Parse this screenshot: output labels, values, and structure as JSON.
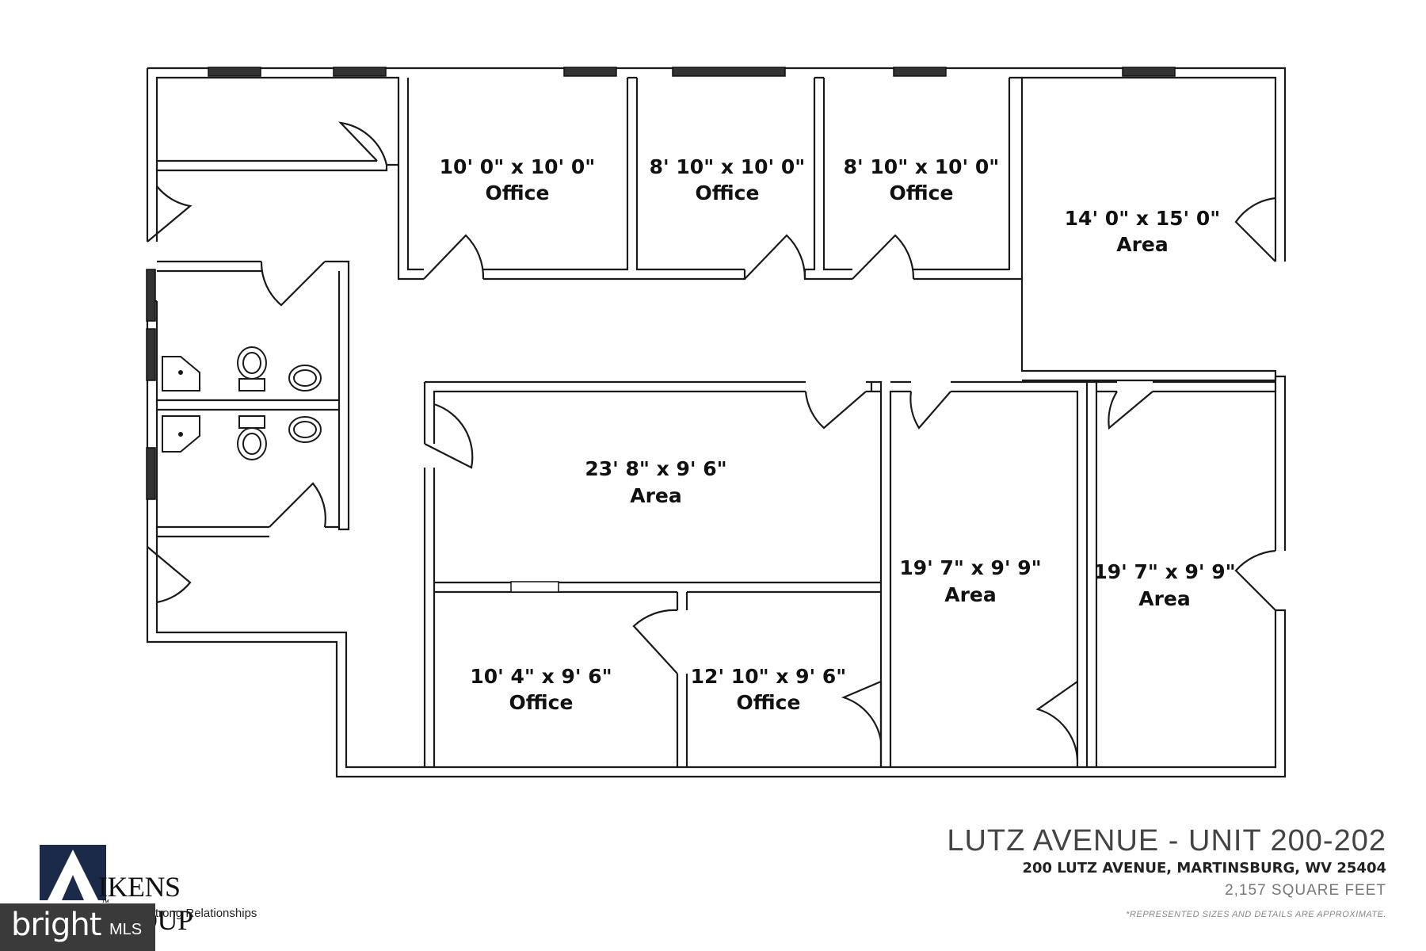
{
  "rooms": [
    {
      "dim": "10' 0\" x 10' 0\"",
      "name": "Office"
    },
    {
      "dim": "8' 10\" x 10' 0\"",
      "name": "Office"
    },
    {
      "dim": "8' 10\" x 10' 0\"",
      "name": "Office"
    },
    {
      "dim": "14' 0\" x 15' 0\"",
      "name": "Area"
    },
    {
      "dim": "23' 8\" x 9' 6\"",
      "name": "Area"
    },
    {
      "dim": "19' 7\" x 9' 9\"",
      "name": "Area"
    },
    {
      "dim": "19' 7\" x 9' 9\"",
      "name": "Area"
    },
    {
      "dim": "10' 4\" x 9' 6\"",
      "name": "Office"
    },
    {
      "dim": "12' 10\" x 9' 6\"",
      "name": "Office"
    }
  ],
  "title_block": {
    "name": "LUTZ AVENUE - UNIT 200-202",
    "address": "200 LUTZ AVENUE, MARTINSBURG, WV 25404",
    "area": "2,157 SQUARE FEET",
    "disclaimer": "*REPRESENTED SIZES AND DETAILS ARE APPROXIMATE."
  },
  "logo": {
    "initial": "A",
    "text": "IKENS GROUP",
    "tagline": "Strong Relationships",
    "trademark": "™"
  },
  "watermark": {
    "brand": "bright",
    "suffix": "MLS"
  },
  "colors": {
    "wall": "#1a1a1a",
    "window": "#333333",
    "watermark_bg": "#3a3a3a"
  }
}
